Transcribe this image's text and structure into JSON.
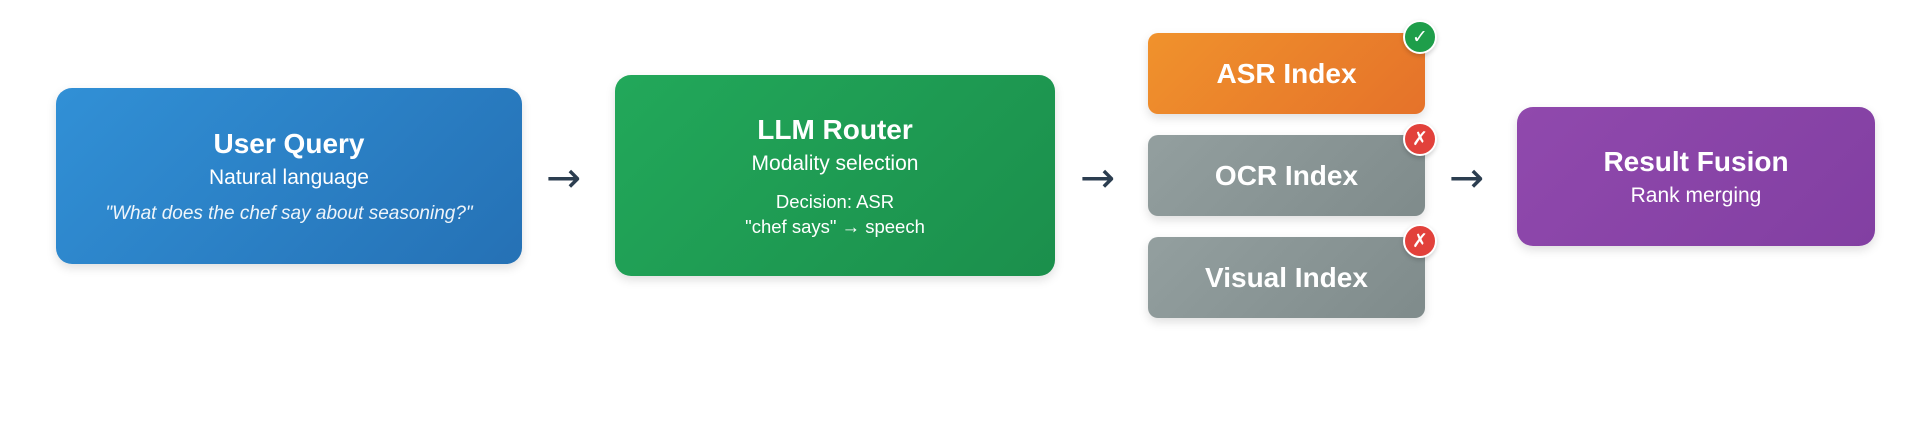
{
  "user_query": {
    "title": "User Query",
    "subtitle": "Natural language",
    "example": "\"What does the chef say about seasoning?\"",
    "color": "#2b7fc9"
  },
  "llm_router": {
    "title": "LLM Router",
    "subtitle": "Modality selection",
    "decision_line1": "Decision: ASR",
    "decision_line2": "\"chef says\" → speech",
    "color": "#1f9e55"
  },
  "indexes": [
    {
      "title": "ASR Index",
      "status": "selected",
      "badge": "✓",
      "color": "#ec8025",
      "badge_color": "#1e9e4a"
    },
    {
      "title": "OCR Index",
      "status": "rejected",
      "badge": "✗",
      "color": "#8a9797",
      "badge_color": "#e2413b"
    },
    {
      "title": "Visual Index",
      "status": "rejected",
      "badge": "✗",
      "color": "#8a9797",
      "badge_color": "#e2413b"
    }
  ],
  "result_fusion": {
    "title": "Result Fusion",
    "subtitle": "Rank merging",
    "color": "#8a44a8"
  },
  "arrow_glyph": "→"
}
